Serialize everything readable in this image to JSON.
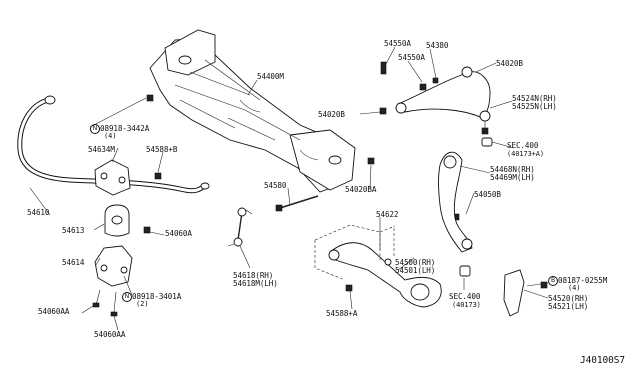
{
  "diagram": {
    "labels": {
      "p54400M": "54400M",
      "p54550A_1": "54550A",
      "p54550A_2": "54550A",
      "p54380": "54380",
      "p54020B_1": "54020B",
      "p54524N": "54524N(RH)",
      "p54525N": "54525N(LH)",
      "p54020B_2": "54020B",
      "sec400_top": "SEC.400",
      "sec400_top_sub": "(40173+A)",
      "p08918_3442A": "08918-3442A",
      "p08918_3442A_q": "(4)",
      "p54634M": "54634M",
      "p54588B": "54588+B",
      "p54468N": "54468N(RH)",
      "p54469M": "54469M(LH)",
      "p54580": "54580",
      "p54020BA": "54020BA",
      "p54050B": "54050B",
      "p54610": "54610",
      "p54622": "54622",
      "p54613": "54613",
      "p54060A": "54060A",
      "p54614": "54614",
      "p54618M": "54618(RH)",
      "p54618ML": "54618M(LH)",
      "p54500": "54500(RH)",
      "p54501": "54501(LH)",
      "sec400_bot": "SEC.400",
      "sec400_bot_sub": "(40173)",
      "p08918_3401A": "08918-3401A",
      "p08918_3401A_q": "(2)",
      "p54060AA_1": "54060AA",
      "p54060AA_2": "54060AA",
      "p54588A": "54588+A",
      "p08187": "08187-0255M",
      "p08187_q": "(4)",
      "p54520": "54520(RH)",
      "p54521": "54521(LH)"
    },
    "symbols": {
      "n": "N",
      "b": "B"
    },
    "diagram_code": "J40100S7"
  }
}
